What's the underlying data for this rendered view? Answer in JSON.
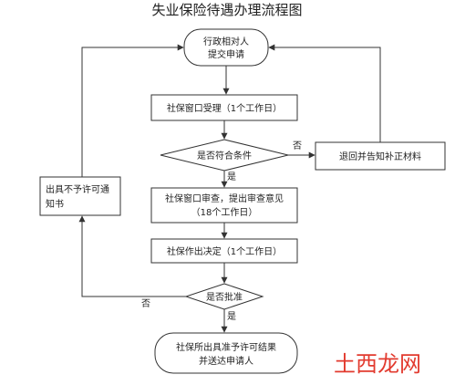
{
  "title": "失业保险待遇办理流程图",
  "nodes": {
    "start": [
      "行政相对人",
      "提交申请"
    ],
    "window_accept": "社保窗口受理（1个工作日）",
    "decision_conditions": "是否符合条件",
    "return_materials": "退回并告知补正材料",
    "not_permit": [
      "出具不予许可通",
      "知书"
    ],
    "review": [
      "社保窗口审查，提出审查意见",
      "（18个工作日）"
    ],
    "decide": "社保作出决定（1个工作日）",
    "decision_approve": "是否批准",
    "end": [
      "社保所出具准予许可结果",
      "并送达申请人"
    ]
  },
  "edge_labels": {
    "conditions_no": "否",
    "conditions_yes": "是",
    "approve_no": "否",
    "approve_yes": "是"
  },
  "watermark": {
    "text": "土西龙网"
  },
  "colors": {
    "stroke": "#333333",
    "fill": "#ffffff",
    "text": "#222222",
    "watermark": "#e23a2e"
  }
}
